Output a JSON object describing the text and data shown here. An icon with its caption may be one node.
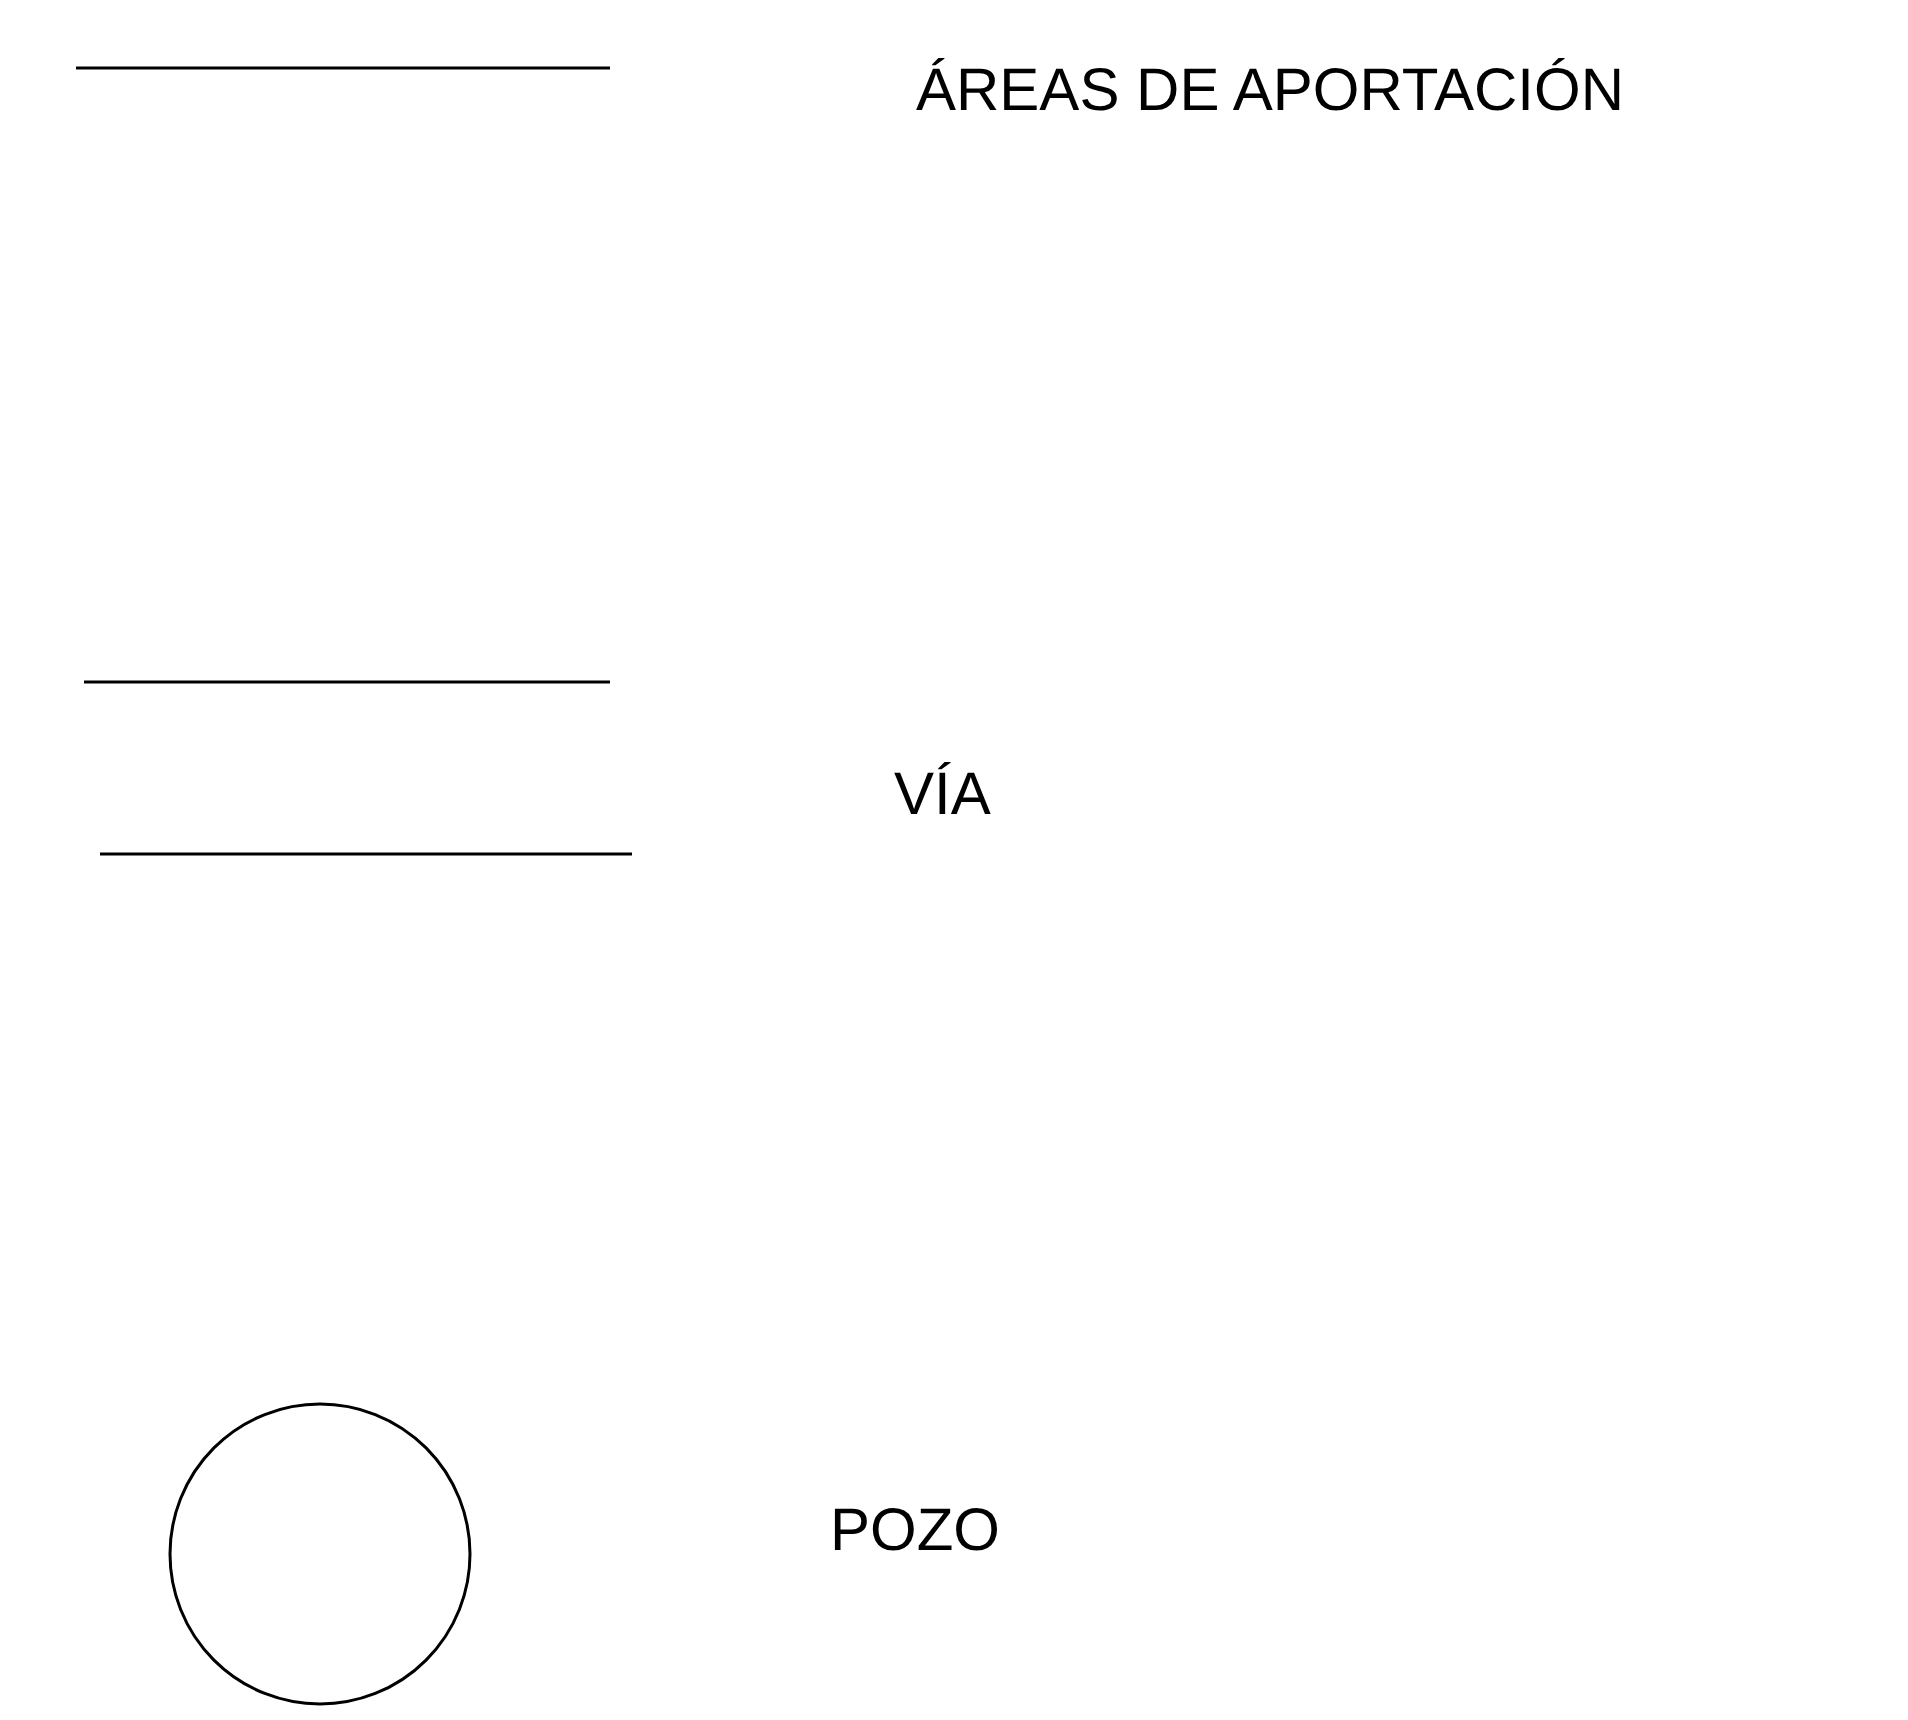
{
  "diagram": {
    "legend": [
      {
        "text": "ÁREAS DE APORTACIÓN"
      },
      {
        "text": "VÍA"
      },
      {
        "text": "POZO"
      }
    ]
  }
}
